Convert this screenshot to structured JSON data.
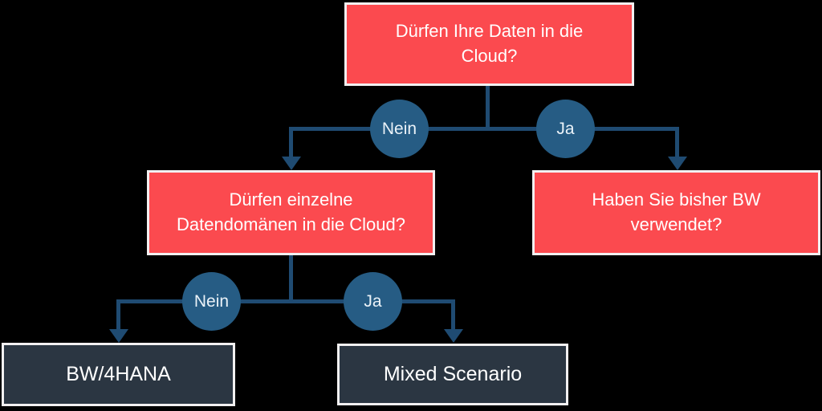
{
  "colors": {
    "background": "#000000",
    "box-red": "#fb4a4f",
    "box-dark": "#2b3642",
    "box-border": "#f2f0f1",
    "circle-fill": "#265c84",
    "connector": "#1f4b72",
    "text-light": "#ffffff",
    "circle-text": "#eaf2f8"
  },
  "nodes": {
    "q1": {
      "lines": [
        "Dürfen Ihre Daten in die",
        "Cloud?"
      ]
    },
    "q2": {
      "lines": [
        "Dürfen einzelne",
        "Datendomänen in die Cloud?"
      ]
    },
    "q3": {
      "lines": [
        "Haben Sie bisher BW",
        "verwendet?"
      ]
    },
    "r1": {
      "lines": [
        "BW/4HANA"
      ]
    },
    "r2": {
      "lines": [
        "Mixed Scenario"
      ]
    }
  },
  "edge_labels": {
    "nein_top": "Nein",
    "ja_top": "Ja",
    "nein_bottom": "Nein",
    "ja_bottom": "Ja"
  }
}
